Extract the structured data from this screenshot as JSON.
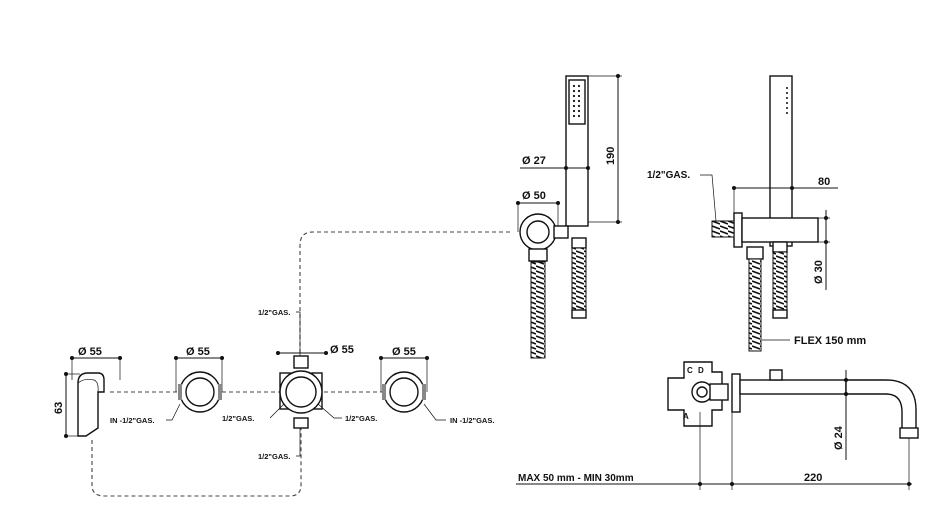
{
  "diagram": {
    "dimensions": {
      "d55_a": "Ø 55",
      "d55_b": "Ø 55",
      "d55_c": "Ø 55",
      "d55_d": "Ø 55",
      "h63": "63",
      "d27": "Ø 27",
      "d50": "Ø 50",
      "h190": "190",
      "w80": "80",
      "d30": "Ø 30",
      "d24": "Ø 24",
      "w220": "220"
    },
    "labels": {
      "gas_top": "1/2\"GAS.",
      "gas_bottom": "1/2\"GAS.",
      "gas_left": "1/2\"GAS.",
      "gas_right": "1/2\"GAS.",
      "in_left": "IN -1/2\"GAS.",
      "in_right": "IN -1/2\"GAS.",
      "gas_side": "1/2\"GAS.",
      "flex": "FLEX 150 mm",
      "max_min": "MAX 50 mm - MIN 30mm"
    },
    "mixer_marks": {
      "c": "C",
      "d": "D",
      "a": "A"
    }
  }
}
